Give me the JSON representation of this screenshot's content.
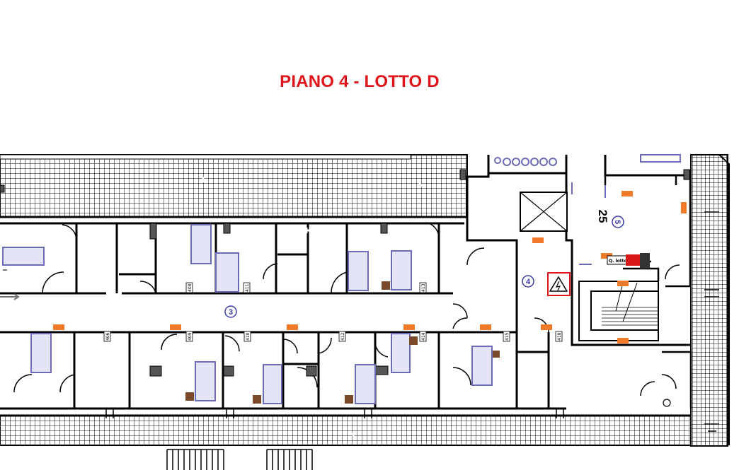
{
  "title": "PIANO 4 - LOTTO D",
  "plan": {
    "corridor_numbers": [
      "3",
      "4",
      "5"
    ],
    "stair_number": "25",
    "room_labels_top": [
      "408",
      "411",
      "413"
    ],
    "room_labels_bottom": [
      "406",
      "409",
      "410",
      "412",
      "414",
      "415",
      "418"
    ],
    "panel_label": "Q. lotto",
    "hazard_sign": "electrical-hazard"
  },
  "colors": {
    "title": "#e0141b",
    "furniture": "#6b6bb8",
    "extinguisher": "#f07a2a",
    "cabinet": "#7a4a2a",
    "walls": "#000000",
    "number_circle": "#3a3aa8",
    "hazard_frame": "#e0141b"
  }
}
